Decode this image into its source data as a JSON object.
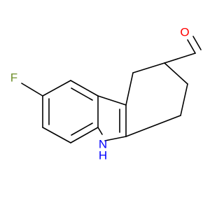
{
  "molecule": {
    "atoms": {
      "fluorine": {
        "symbol": "F"
      },
      "oxygen": {
        "symbol": "O"
      },
      "nitrogen": {
        "symbol": "N"
      },
      "hydrogen": {
        "symbol": "H"
      }
    }
  },
  "colors": {
    "background": "#ffffff",
    "bond": "#000000",
    "fluorine": "#6f8f2a",
    "oxygen": "#ff0000",
    "nitrogen": "#0000ff"
  }
}
